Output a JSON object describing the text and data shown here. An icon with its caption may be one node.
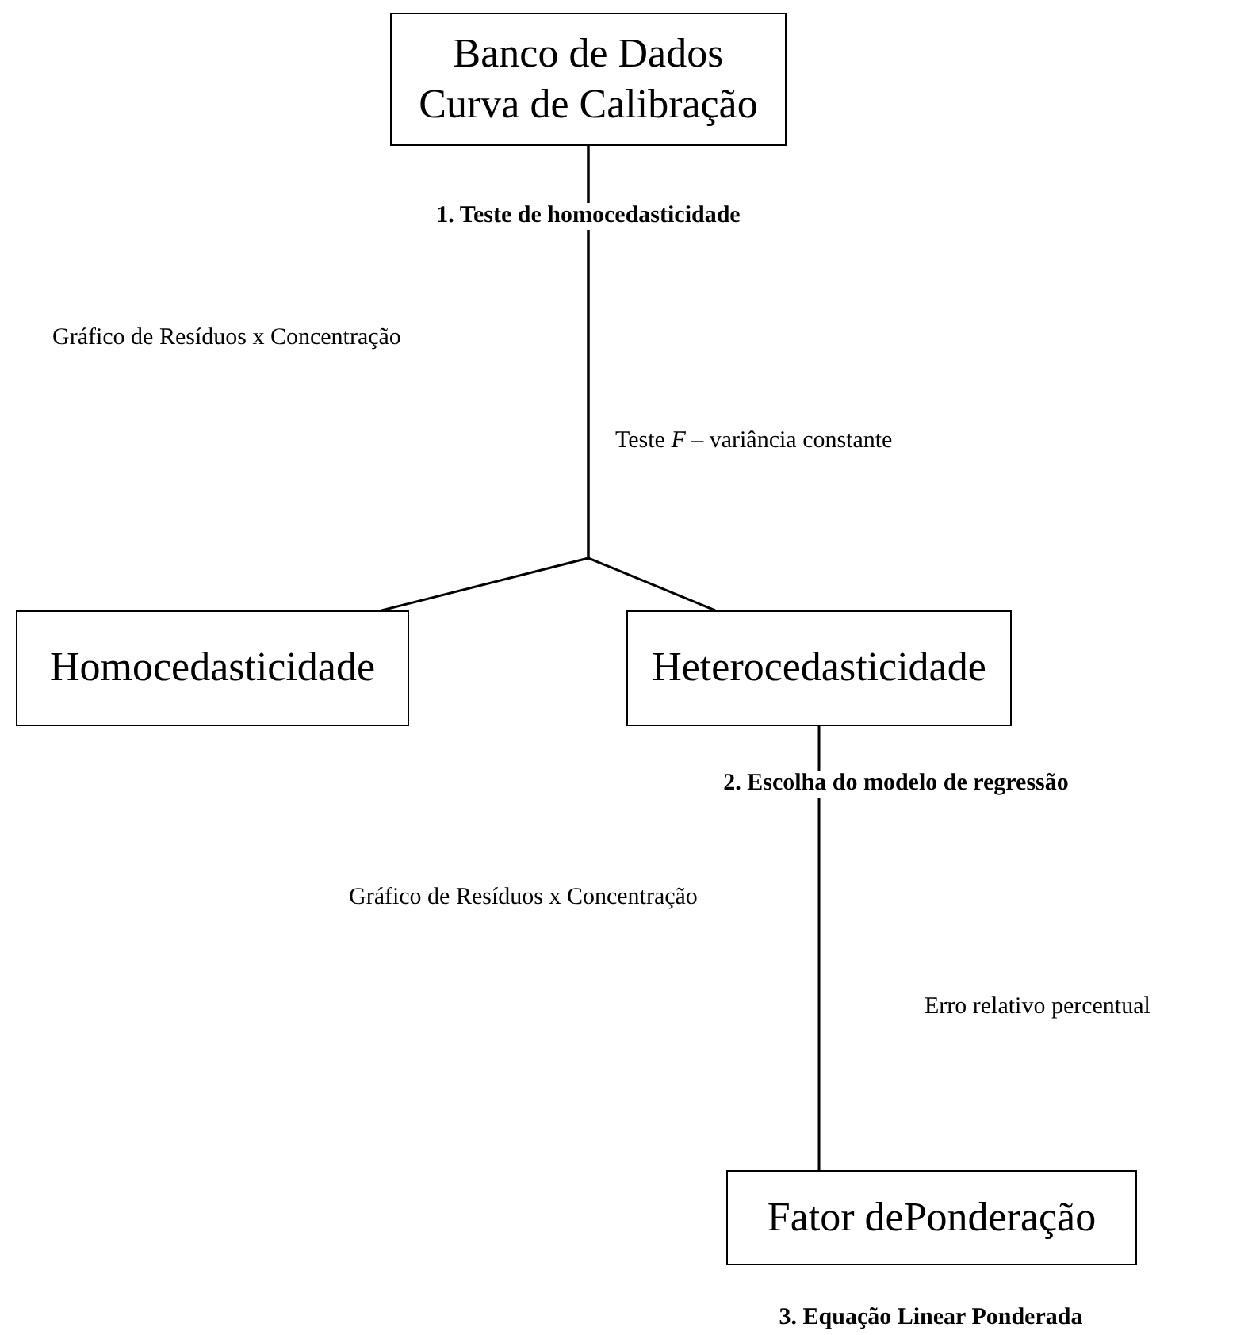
{
  "diagram": {
    "nodes": [
      {
        "text": [
          "Banco de Dados Curva de Calibração"
        ],
        "beside": [
          "1. Teste de homocedasticidade"
        ]
      },
      {
        "text": [
          "Homocedasticidade"
        ]
      },
      {
        "text": [
          "Heterocedasticidade"
        ],
        "beside": [
          "2. Escolha do modelo de regressão"
        ]
      },
      {
        "text": [
          "Fator dePonderação"
        ],
        "beside": [
          "3. Equação Linear Ponderada"
        ]
      }
    ],
    "edges": [
      {
        "from": 0,
        "to": 1,
        "arrow": "none"
      },
      {
        "from": 0,
        "to": 2,
        "arrow": "none"
      },
      {
        "from": 2,
        "to": 3,
        "arrow": "none"
      }
    ],
    "labels": [
      "Gráfico de Resíduos x Concentração",
      "Teste *F* – variância constante",
      "Gráfico de Resíduos x Concentração",
      "Erro relativo percentual"
    ]
  }
}
